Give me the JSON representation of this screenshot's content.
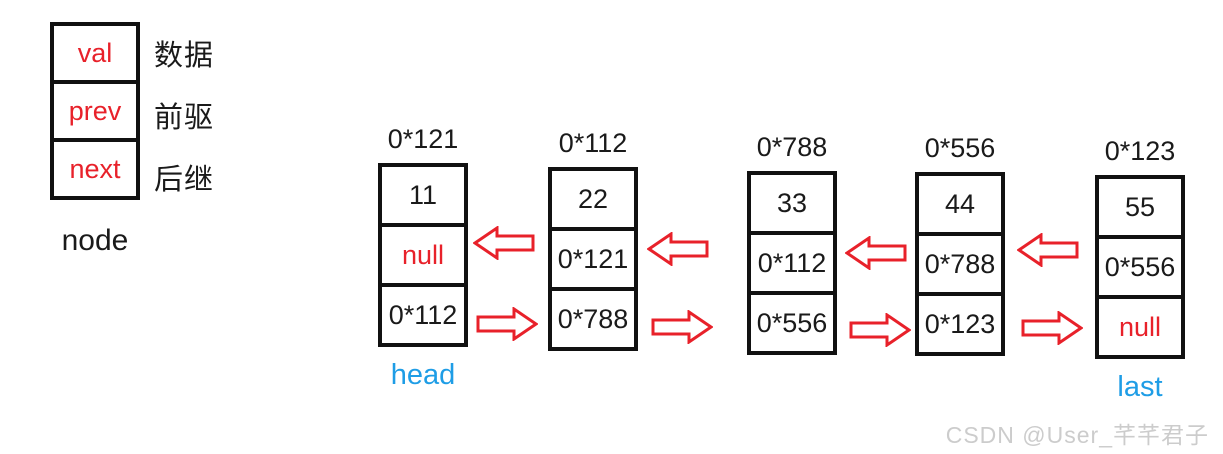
{
  "legend": {
    "rows": [
      {
        "field": "val",
        "desc": "数据"
      },
      {
        "field": "prev",
        "desc": "前驱"
      },
      {
        "field": "next",
        "desc": "后继"
      }
    ],
    "caption": "node"
  },
  "nodes": [
    {
      "address": "0*121",
      "val": "11",
      "prev": "null",
      "next": "0*112",
      "tag": "head"
    },
    {
      "address": "0*112",
      "val": "22",
      "prev": "0*121",
      "next": "0*788",
      "tag": ""
    },
    {
      "address": "0*788",
      "val": "33",
      "prev": "0*112",
      "next": "0*556",
      "tag": ""
    },
    {
      "address": "0*556",
      "val": "44",
      "prev": "0*788",
      "next": "0*123",
      "tag": ""
    },
    {
      "address": "0*123",
      "val": "55",
      "prev": "0*556",
      "next": "null",
      "tag": "last"
    }
  ],
  "watermark": "CSDN @User_芊芊君子",
  "colors": {
    "red": "#e8212a",
    "blue": "#1e9de6",
    "black": "#111111",
    "watermark_gray": "#cccccc"
  }
}
